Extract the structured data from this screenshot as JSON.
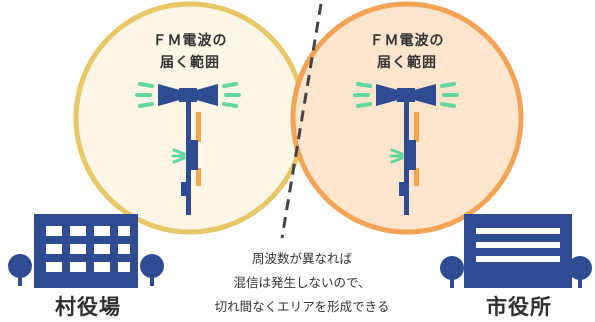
{
  "colors": {
    "left_circle_fill": "#fbf6e6",
    "left_circle_stroke": "#e8c766",
    "right_circle_fill": "#fde6cd",
    "right_circle_stroke": "#f3a355",
    "tower": "#2f4c93",
    "signal_arc": "#63d6a0",
    "accent_orange": "#f4a64f",
    "divider": "#444444",
    "building": "#2f4c93",
    "tree": "#2f4c93"
  },
  "left_zone": {
    "label_line1": "ＦＭ電波の",
    "label_line2": "届く範囲"
  },
  "right_zone": {
    "label_line1": "ＦＭ電波の",
    "label_line2": "届く範囲"
  },
  "left_building": {
    "label": "村役場",
    "icon": "village-office-building-icon"
  },
  "right_building": {
    "label": "市役所",
    "icon": "city-hall-building-icon"
  },
  "caption": {
    "line1": "周波数が異なれば",
    "line2": "混信は発生しないので、",
    "line3": "切れ間なくエリアを形成できる"
  }
}
